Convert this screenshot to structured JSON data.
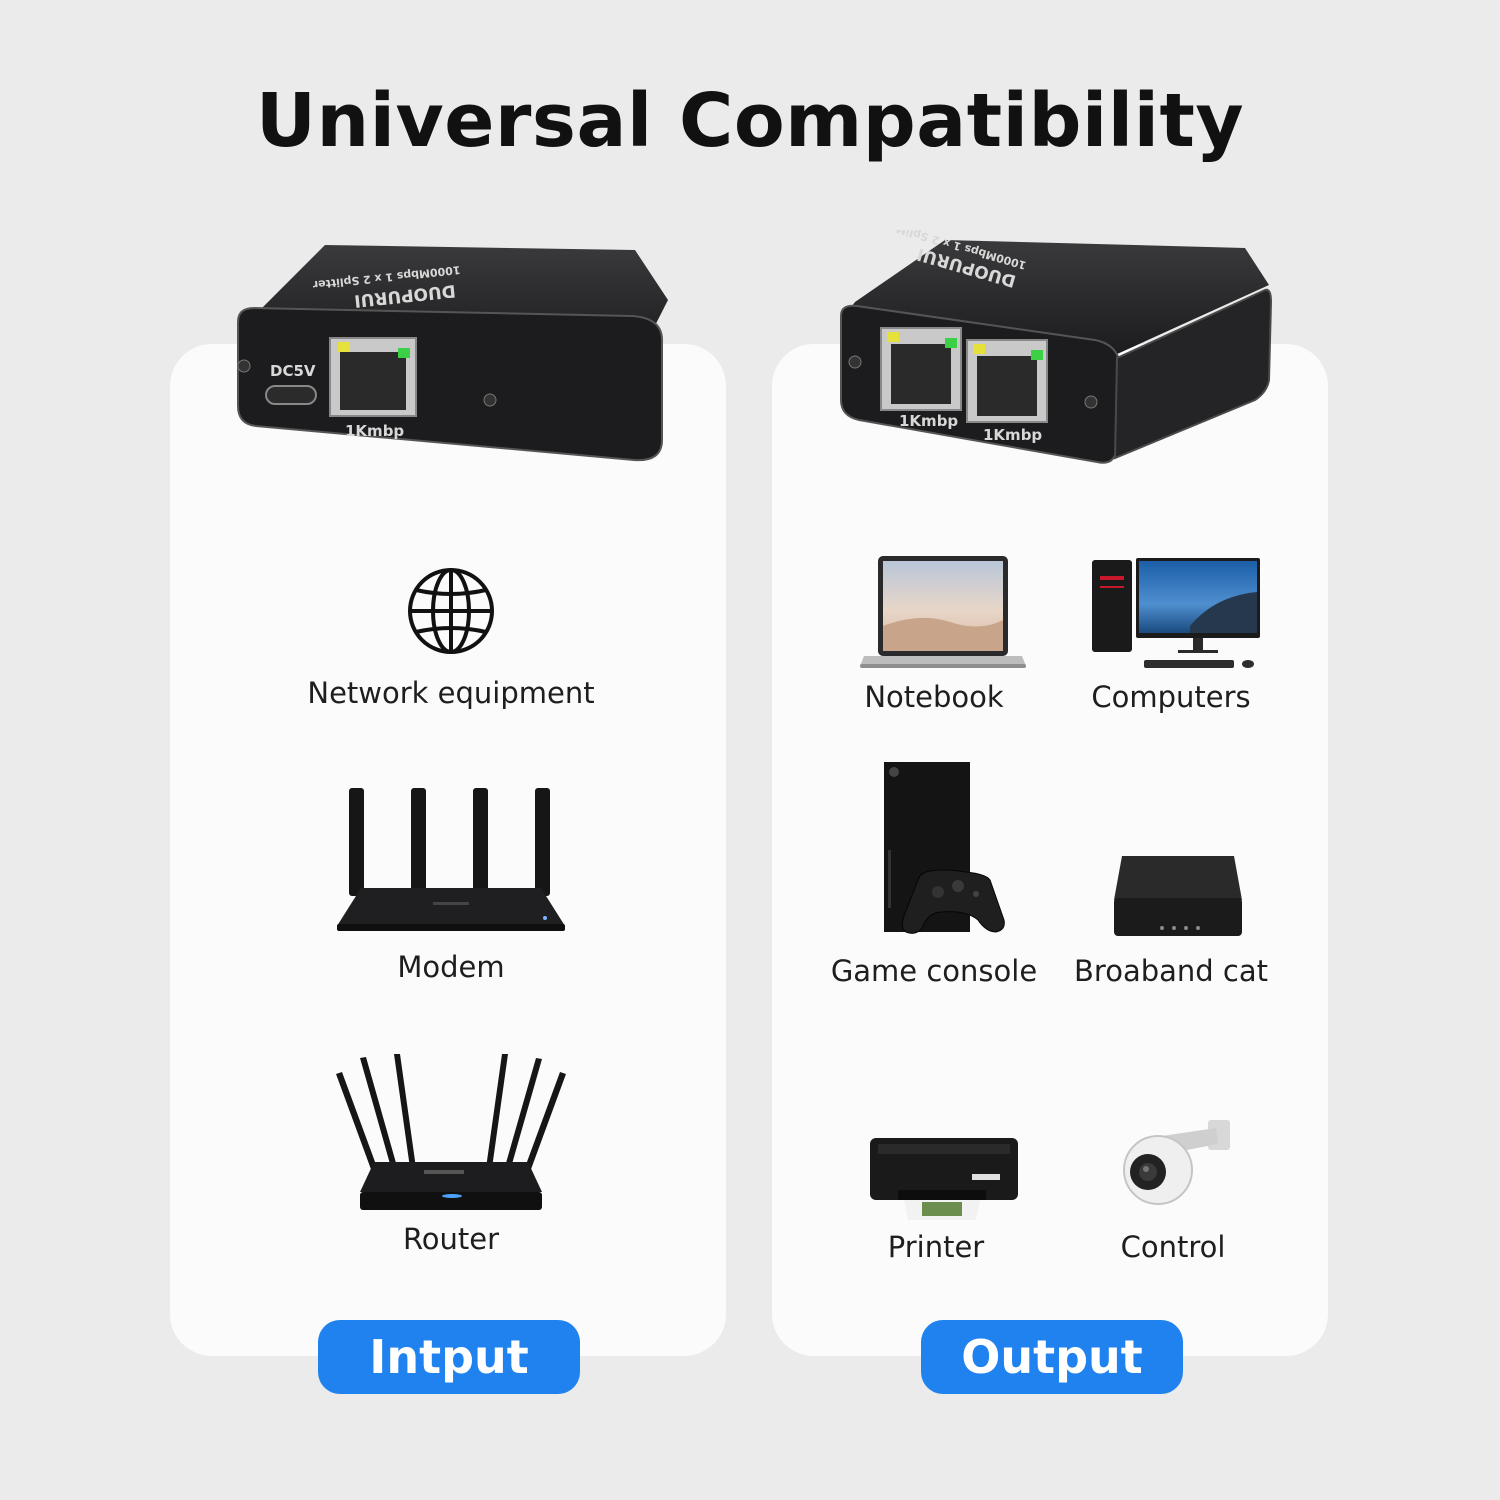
{
  "title": "Universal Compatibility",
  "input_panel": {
    "button_label": "Intput",
    "device": {
      "power_label": "DC5V",
      "port_label": "1Kmbp",
      "brand": "DUOPURUI",
      "model": "1000Mbps 1 x 2 Splitter"
    },
    "items": [
      {
        "label": "Network equipment",
        "icon": "globe-icon"
      },
      {
        "label": "Modem",
        "icon": "modem-icon"
      },
      {
        "label": "Router",
        "icon": "router-icon"
      }
    ]
  },
  "output_panel": {
    "button_label": "Output",
    "device": {
      "port1_label": "1Kmbp",
      "port2_label": "1Kmbp",
      "brand": "DUOPURUI",
      "model": "1000Mbps 1 x 2 Splitter"
    },
    "items": [
      {
        "label": "Notebook",
        "icon": "laptop-icon"
      },
      {
        "label": "Computers",
        "icon": "desktop-computer-icon"
      },
      {
        "label": "Game console",
        "icon": "game-console-icon"
      },
      {
        "label": "Broaband cat",
        "icon": "broadband-box-icon"
      },
      {
        "label": "Printer",
        "icon": "printer-icon"
      },
      {
        "label": "Control",
        "icon": "security-camera-icon"
      }
    ]
  },
  "colors": {
    "background": "#ebebeb",
    "panel": "#fbfbfb",
    "accent_blue": "#1f82ef",
    "device_body": "#1c1c1e"
  }
}
